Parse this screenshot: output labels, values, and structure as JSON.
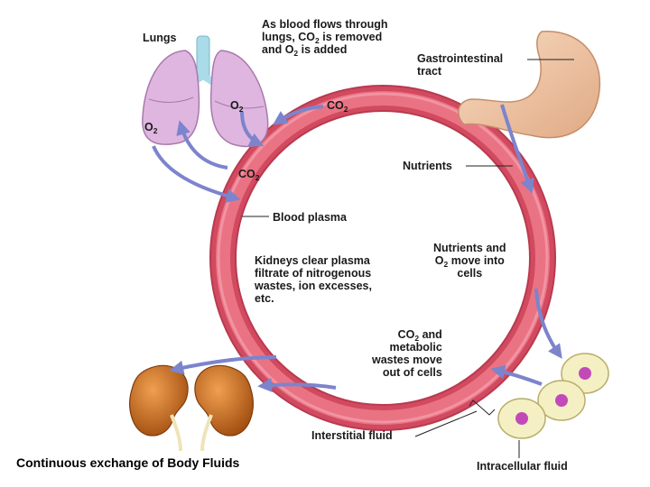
{
  "diagram": {
    "label_lungs": "Lungs",
    "label_lungs_exchange": [
      "As blood flows through",
      "lungs, CO2 is removed",
      "and O2 is added"
    ],
    "label_gi_tract": [
      "Gastrointestinal",
      "tract"
    ],
    "label_co2_to_lungs": "CO2",
    "label_o2_left": "O2",
    "label_o2_right": "O2",
    "label_co2_lower": "CO2",
    "label_nutrients": "Nutrients",
    "label_blood_plasma": "Blood plasma",
    "label_kidneys": [
      "Kidneys clear plasma",
      "filtrate of nitrogenous",
      "wastes, ion excesses,",
      "etc."
    ],
    "label_nutrients_o2": [
      "Nutrients and",
      "O2 move into",
      "cells"
    ],
    "label_co2_wastes": [
      "CO2 and",
      "metabolic",
      "wastes move",
      "out of cells"
    ],
    "label_interstitial": "Interstitial fluid",
    "label_intracellular": "Intracellular fluid"
  },
  "caption": "Continuous exchange of Body Fluids",
  "colors": {
    "ring": "#e0556a",
    "ring_light": "#f3a3b0",
    "arrow": "#7c84cc",
    "lungs": "#dfb6e0",
    "lung_edge": "#a979ad",
    "trachea": "#a9dbe8",
    "stomach": "#f3cdb0",
    "kidney": "#c96a1a",
    "cell_fill": "#f4f0c4",
    "nucleus": "#c24ab8"
  }
}
